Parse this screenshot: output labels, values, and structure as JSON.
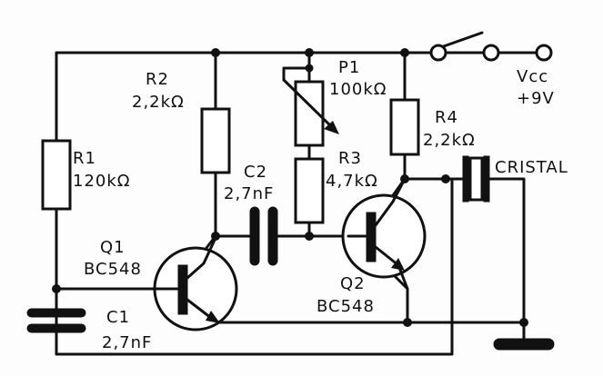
{
  "components": {
    "r1": {
      "name": "R1",
      "value": "120kΩ"
    },
    "r2": {
      "name": "R2",
      "value": "2,2kΩ"
    },
    "p1": {
      "name": "P1",
      "value": "100kΩ"
    },
    "r3": {
      "name": "R3",
      "value": "4,7kΩ"
    },
    "r4": {
      "name": "R4",
      "value": "2,2kΩ"
    },
    "c1": {
      "name": "C1",
      "value": "2,7nF"
    },
    "c2": {
      "name": "C2",
      "value": "2,7nF"
    },
    "q1": {
      "name": "Q1",
      "value": "BC548"
    },
    "q2": {
      "name": "Q2",
      "value": "BC548"
    },
    "crystal": {
      "name": "CRISTAL"
    }
  },
  "supply": {
    "name": "Vcc",
    "value": "+9V"
  }
}
